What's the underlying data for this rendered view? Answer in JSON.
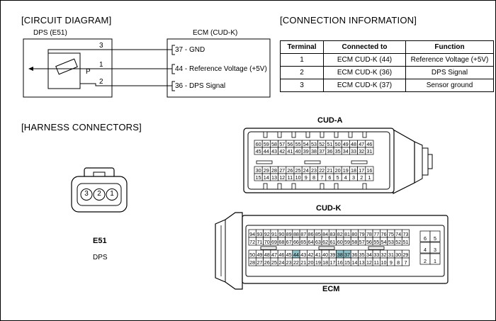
{
  "headings": {
    "circuit": "[CIRCUIT DIAGRAM]",
    "connection": "[CONNECTION INFORMATION]",
    "harness": "[HARNESS CONNECTORS]"
  },
  "circuit": {
    "sensor_label": "DPS (E51)",
    "ecm_label": "ECM (CUD-K)",
    "sensor_pins": [
      "3",
      "1",
      "2"
    ],
    "sensor_symbol": "P",
    "ecm_pins": [
      "37 - GND",
      "44 - Reference Voltage (+5V)",
      "36 - DPS Signal"
    ]
  },
  "connection_table": {
    "headers": [
      "Terminal",
      "Connected to",
      "Function"
    ],
    "rows": [
      [
        "1",
        "ECM CUD-K (44)",
        "Reference Voltage (+5V)"
      ],
      [
        "2",
        "ECM CUD-K  (36)",
        "DPS Signal"
      ],
      [
        "3",
        "ECM CUD-K  (37)",
        "Sensor ground"
      ]
    ]
  },
  "e51": {
    "pins": [
      "3",
      "2",
      "1"
    ],
    "code": "E51",
    "name": "DPS"
  },
  "cud_a": {
    "title": "CUD-A",
    "rows": [
      [
        "60",
        "59",
        "58",
        "57",
        "56",
        "55",
        "54",
        "53",
        "52",
        "51",
        "50",
        "49",
        "48",
        "47",
        "46"
      ],
      [
        "45",
        "44",
        "43",
        "42",
        "41",
        "40",
        "39",
        "38",
        "37",
        "36",
        "35",
        "34",
        "33",
        "32",
        "31"
      ],
      [
        "30",
        "29",
        "28",
        "27",
        "26",
        "25",
        "24",
        "23",
        "22",
        "21",
        "20",
        "19",
        "18",
        "17",
        "16"
      ],
      [
        "15",
        "14",
        "13",
        "12",
        "11",
        "10",
        "9",
        "8",
        "7",
        "6",
        "5",
        "4",
        "3",
        "2",
        "1"
      ]
    ]
  },
  "cud_k": {
    "title": "CUD-K",
    "rows": [
      [
        "94",
        "93",
        "92",
        "91",
        "90",
        "89",
        "88",
        "87",
        "86",
        "85",
        "84",
        "83",
        "82",
        "81",
        "80",
        "79",
        "78",
        "77",
        "76",
        "75",
        "74",
        "73"
      ],
      [
        "72",
        "71",
        "70",
        "69",
        "68",
        "67",
        "66",
        "65",
        "64",
        "63",
        "62",
        "61",
        "60",
        "59",
        "58",
        "57",
        "56",
        "55",
        "54",
        "53",
        "52",
        "51"
      ],
      [
        "50",
        "49",
        "48",
        "47",
        "46",
        "45",
        "44",
        "43",
        "42",
        "41",
        "40",
        "39",
        "38",
        "37",
        "36",
        "35",
        "34",
        "33",
        "32",
        "31",
        "30",
        "29"
      ],
      [
        "28",
        "27",
        "26",
        "25",
        "24",
        "23",
        "22",
        "21",
        "20",
        "19",
        "18",
        "17",
        "16",
        "15",
        "14",
        "13",
        "12",
        "11",
        "10",
        "9",
        "8",
        "7"
      ]
    ],
    "side": [
      [
        "6",
        "5"
      ],
      [
        "4",
        "3"
      ],
      [
        "2",
        "1"
      ]
    ],
    "highlighted": [
      "44",
      "38",
      "37"
    ],
    "highlight_color": "#8fc1c9"
  },
  "ecm_label": "ECM"
}
